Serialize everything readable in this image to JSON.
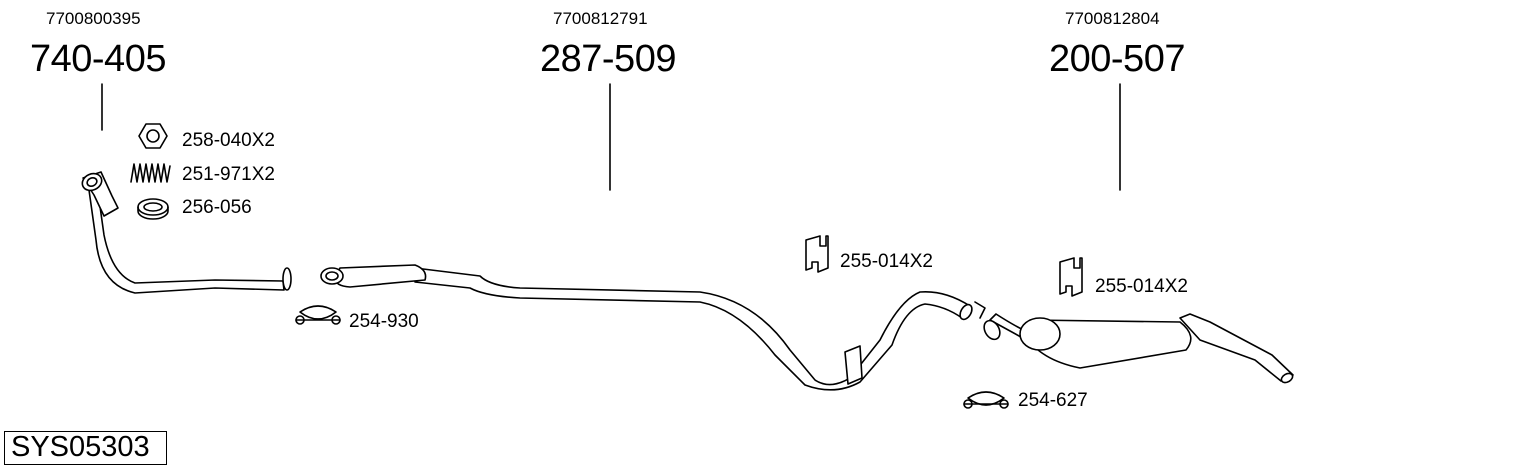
{
  "groups": [
    {
      "oem": "7700800395",
      "part": "740-405"
    },
    {
      "oem": "7700812791",
      "part": "287-509"
    },
    {
      "oem": "7700812804",
      "part": "200-507"
    }
  ],
  "fittings": {
    "nut": "258-040X2",
    "spring": "251-971X2",
    "gasket": "256-056",
    "clamp_front": "254-930",
    "hanger_mid": "255-014X2",
    "hanger_rear": "255-014X2",
    "clamp_rear": "254-627"
  },
  "system_code": "SYS05303"
}
